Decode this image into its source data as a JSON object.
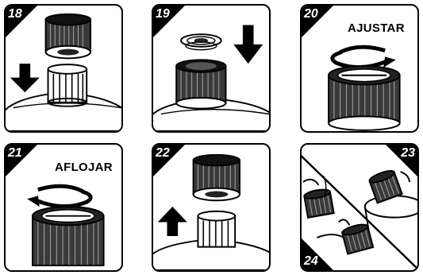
{
  "steps": [
    {
      "number": "18"
    },
    {
      "number": "19"
    },
    {
      "number": "20",
      "label": "AJUSTAR"
    },
    {
      "number": "21",
      "label": "AFLOJAR"
    },
    {
      "number": "22"
    },
    {
      "number": "23"
    },
    {
      "number": "24"
    }
  ]
}
